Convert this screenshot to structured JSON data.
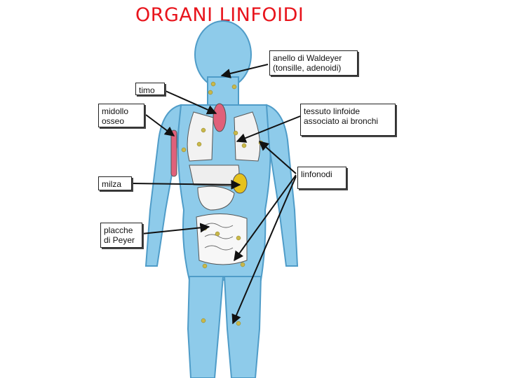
{
  "title": "ORGANI LINFOIDI",
  "labels": {
    "waldeyer": "anello di Waldeyer\n(tonsille, adenoidi)",
    "timo": "timo",
    "midollo": "midollo\nosseo",
    "bronchi": "tessuto linfoide\nassociato ai bronchi",
    "milza": "milza",
    "linfonodi": "linfonodi",
    "peyer": "placche\ndi Peyer"
  },
  "colors": {
    "title": "#e8141c",
    "body": "#7ec3e6",
    "organ_pink": "#e0607a",
    "lymph_node": "#c9b84a",
    "spleen": "#e6c21c"
  }
}
